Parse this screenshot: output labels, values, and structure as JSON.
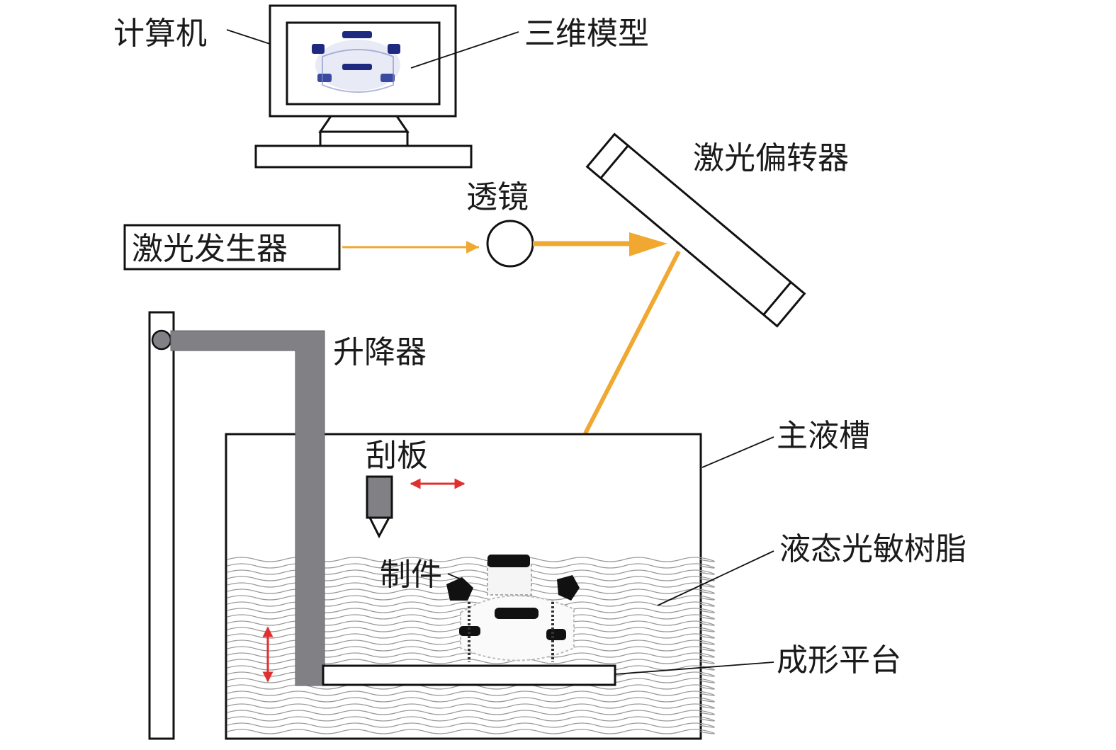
{
  "labels": {
    "computer": "计算机",
    "model_3d": "三维模型",
    "deflector": "激光偏转器",
    "lens": "透镜",
    "laser_generator": "激光发生器",
    "elevator": "升降器",
    "main_tank": "主液槽",
    "scraper": "刮板",
    "resin": "液态光敏树脂",
    "part": "制件",
    "platform": "成形平台"
  },
  "colors": {
    "laser": "#f0a830",
    "elevator_arm": "#808085",
    "arrow": "#e03030",
    "model": "#1e2a80",
    "outline": "#111111",
    "resin_wave": "#999999"
  }
}
